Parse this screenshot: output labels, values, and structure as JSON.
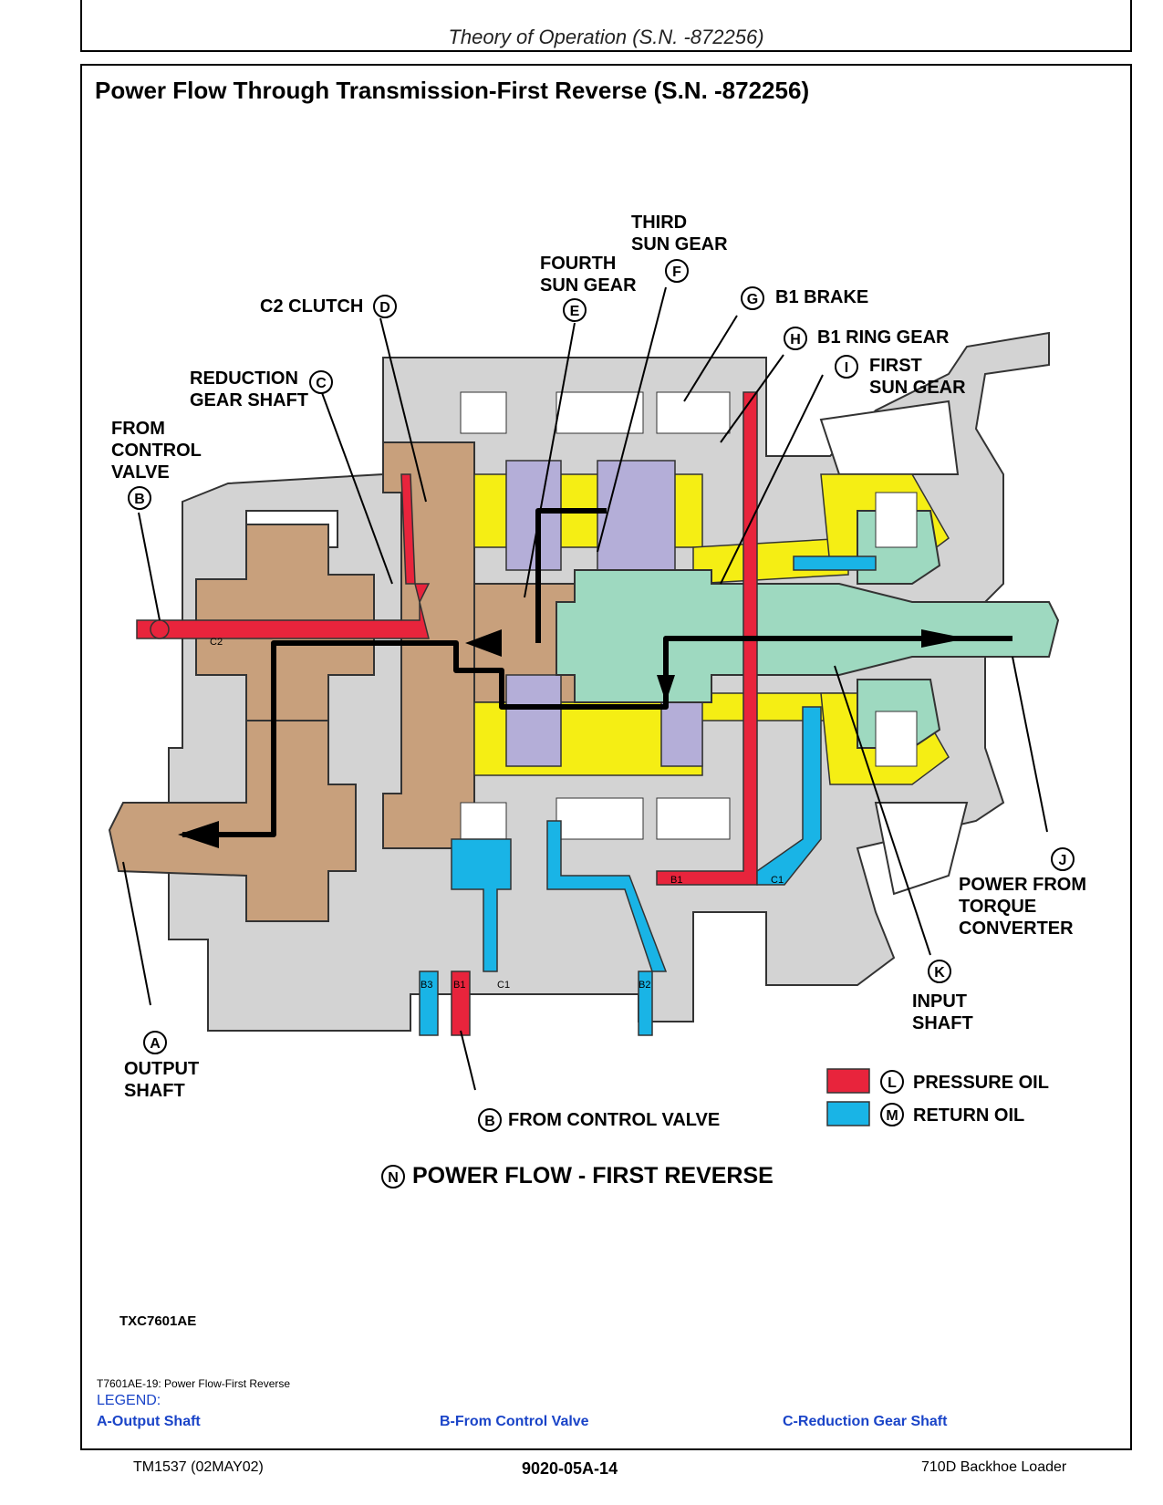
{
  "header": {
    "title": "Theory of Operation (S.N. -872256)"
  },
  "figure": {
    "title": "Power Flow Through Transmission-First Reverse (S.N. -872256)",
    "labels": {
      "third_sun_gear": [
        "THIRD",
        "SUN GEAR"
      ],
      "fourth_sun_gear": [
        "FOURTH",
        "SUN GEAR"
      ],
      "c2_clutch": "C2 CLUTCH",
      "b1_brake": "B1 BRAKE",
      "b1_ring_gear": "B1 RING GEAR",
      "first_sun_gear": [
        "FIRST",
        "SUN GEAR"
      ],
      "reduction_gear_shaft": [
        "REDUCTION",
        "GEAR SHAFT"
      ],
      "from_control_valve_top": [
        "FROM",
        "CONTROL",
        "VALVE"
      ],
      "power_from_torque_converter": [
        "POWER FROM",
        "TORQUE",
        "CONVERTER"
      ],
      "input_shaft": [
        "INPUT",
        "SHAFT"
      ],
      "output_shaft": [
        "OUTPUT",
        "SHAFT"
      ],
      "from_control_valve_bottom": "FROM CONTROL VALVE",
      "pressure_oil": "PRESSURE OIL",
      "return_oil": "RETURN OIL",
      "power_flow": "POWER FLOW - FIRST REVERSE"
    },
    "callout_letters": {
      "A": "A",
      "B": "B",
      "C": "C",
      "D": "D",
      "E": "E",
      "F": "F",
      "G": "G",
      "H": "H",
      "I": "I",
      "J": "J",
      "K": "K",
      "L": "L",
      "M": "M",
      "N": "N"
    },
    "passage_labels": {
      "c2": "C2",
      "b1": "B1",
      "c1": "C1",
      "b3": "B3",
      "b2": "B2"
    },
    "colors": {
      "pressure_oil": "#e8243c",
      "return_oil": "#19b4e6",
      "housing": "#d3d3d3",
      "shaft_brown": "#c8a07c",
      "yellow": "#f5ee14",
      "mint": "#9ed9c0",
      "lavender": "#b4aed8"
    },
    "id": "TXC7601AE"
  },
  "caption": "T7601AE-19: Power Flow-First Reverse",
  "legend": {
    "title": "LEGEND:",
    "items": [
      "A-Output Shaft",
      "B-From Control Valve",
      "C-Reduction Gear Shaft"
    ]
  },
  "footer": {
    "left": "TM1537 (02MAY02)",
    "center": "9020-05A-14",
    "right": "710D Backhoe Loader"
  }
}
